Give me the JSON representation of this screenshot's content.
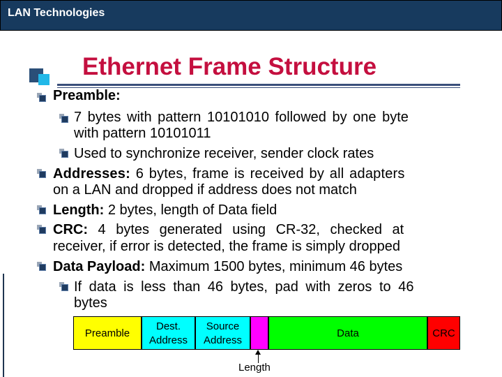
{
  "header": {
    "title": "LAN Technologies"
  },
  "slide": {
    "title": "Ethernet Frame Structure",
    "lines": {
      "preamble_head": "Preamble:",
      "preamble_sub1_a": "7 bytes with pattern 10101010 followed by one byte",
      "preamble_sub1_b": "with pattern 10101011",
      "preamble_sub2": "Used to synchronize receiver, sender clock rates",
      "addresses_head": "Addresses:",
      "addresses_rest": " 6 bytes, frame is received by all adapters",
      "addresses_b": "on a LAN and dropped if address does not match",
      "length_head": "Length:",
      "length_rest": " 2 bytes, length of Data field",
      "crc_head": "CRC:",
      "crc_rest": " 4 bytes generated using CR-32, checked at",
      "crc_b": "receiver, if error is detected, the frame is simply dropped",
      "payload_head": "Data Payload:",
      "payload_rest": " Maximum 1500 bytes, minimum 46 bytes",
      "payload_sub_a": "If data is less than 46 bytes, pad with zeros to 46",
      "payload_sub_b": "bytes"
    }
  },
  "frame_diagram": {
    "fields": {
      "preamble": "Preamble",
      "dest_1": "Dest.",
      "dest_2": "Address",
      "source_1": "Source",
      "source_2": "Address",
      "data": "Data",
      "crc": "CRC"
    },
    "colors": {
      "preamble": "#ffff00",
      "dest": "#00ffff",
      "source": "#00ffff",
      "length": "#ff00ff",
      "data": "#00ff00",
      "crc": "#ff0000"
    },
    "length_label": "Length"
  }
}
